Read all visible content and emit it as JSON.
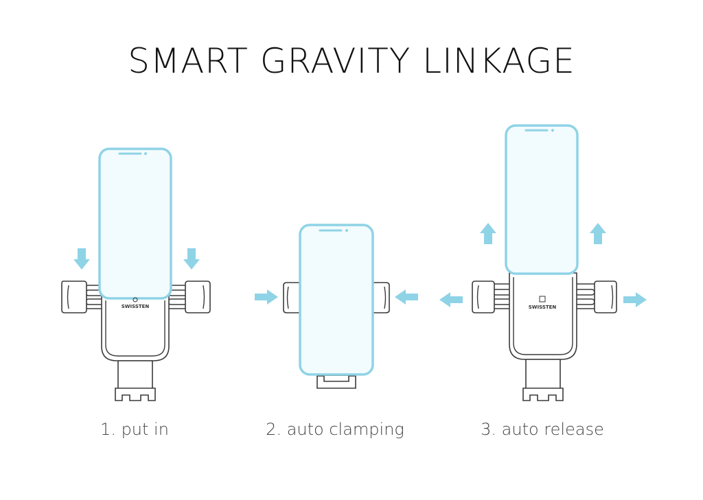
{
  "title": "SMART GRAVITY LINKAGE",
  "steps": [
    {
      "caption": "1. put in",
      "brand": "SWISSTEN"
    },
    {
      "caption": "2. auto clamping"
    },
    {
      "caption": "3. auto release",
      "brand": "SWISSTEN"
    }
  ],
  "colors": {
    "phone_outline": "#8fd3e6",
    "phone_fill": "#f2fbfd",
    "arrow": "#8fd3e6",
    "holder_line": "#3a3a3a",
    "title": "#111111"
  },
  "icons": {
    "down": "arrow-down-icon",
    "up": "arrow-up-icon",
    "left": "arrow-left-icon",
    "right": "arrow-right-icon"
  }
}
